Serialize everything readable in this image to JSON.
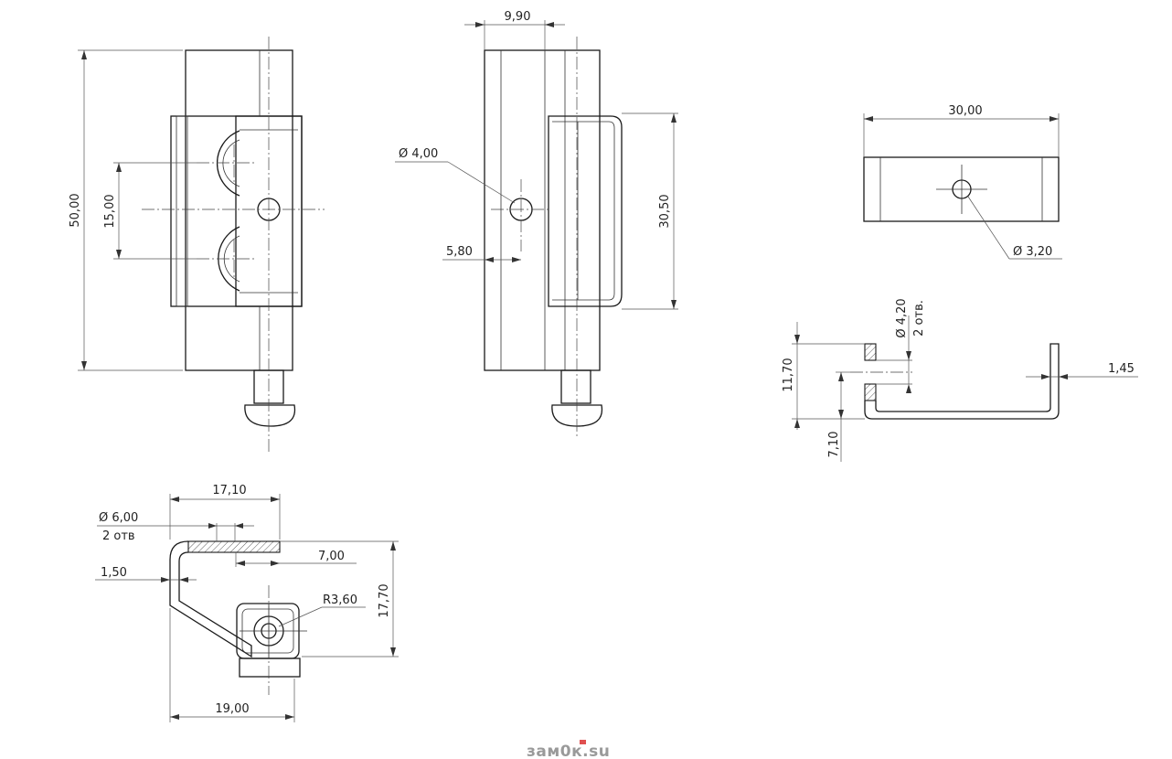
{
  "views": {
    "front": {
      "dim_height": "50,00",
      "dim_hole_pitch": "15,00"
    },
    "side": {
      "dim_top": "9,90",
      "dim_hole": "Ø 4,00",
      "dim_offset": "5,80",
      "dim_height": "30,50"
    },
    "top_right": {
      "dim_width": "30,00",
      "dim_hole": "Ø 3,20"
    },
    "section": {
      "dim_holes_line1": "Ø 4,20",
      "dim_holes_line2": "2 отв.",
      "dim_height": "11,70",
      "dim_thickness": "1,45",
      "dim_offset": "7,10"
    },
    "bottom": {
      "dim_top": "17,10",
      "dim_holes_line1": "Ø 6,00",
      "dim_holes_line2": "2 отв",
      "dim_7": "7,00",
      "dim_wall": "1,50",
      "dim_radius": "R3,60",
      "dim_height": "17,70",
      "dim_width": "19,00"
    }
  },
  "watermark": {
    "text": "зам0к.su",
    "accent_color": "#e05050"
  }
}
